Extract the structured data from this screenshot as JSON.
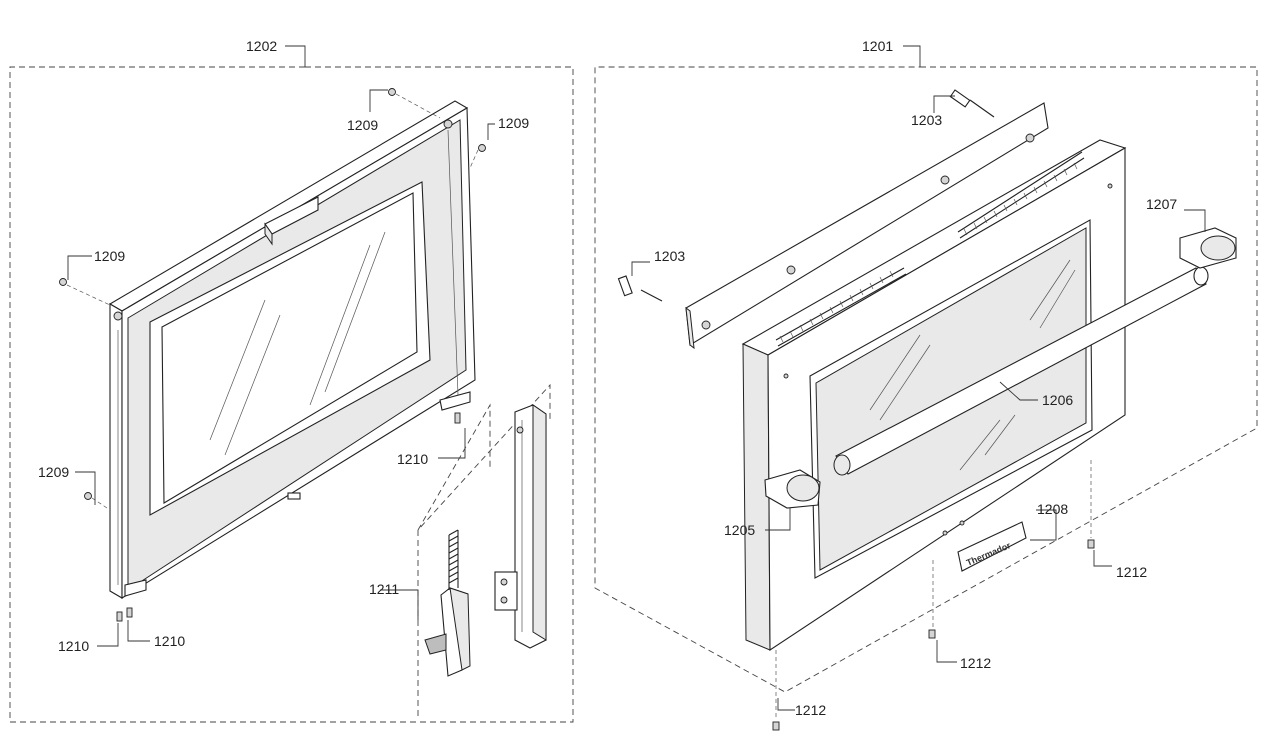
{
  "callouts": {
    "c1202": "1202",
    "c1201": "1201",
    "c1209_a": "1209",
    "c1209_b": "1209",
    "c1209_c": "1209",
    "c1209_d": "1209",
    "c1210_a": "1210",
    "c1210_b": "1210",
    "c1210_c": "1210",
    "c1211": "1211",
    "c1203_a": "1203",
    "c1203_b": "1203",
    "c1207": "1207",
    "c1206": "1206",
    "c1205": "1205",
    "c1208": "1208",
    "c1212_a": "1212",
    "c1212_b": "1212",
    "c1212_c": "1212"
  },
  "brand_badge_text": "Thermador"
}
